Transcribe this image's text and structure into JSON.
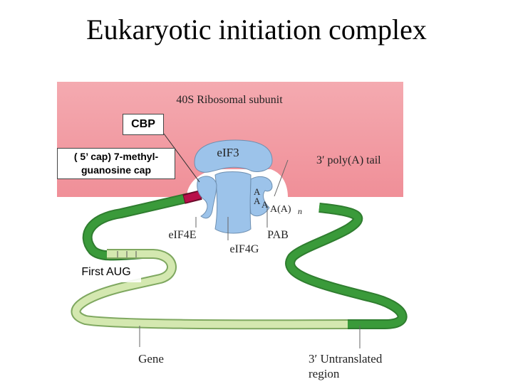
{
  "title": "Eukaryotic initiation complex",
  "labels": {
    "ribosome": "40S Ribosomal subunit",
    "eif3": "eIF3",
    "poly_a_tail": "3′ poly(A) tail",
    "eif4e": "eIF4E",
    "eif4g": "eIF4G",
    "pab": "PAB",
    "gene": "Gene",
    "utr_line1": "3′ Untranslated",
    "utr_line2": "region",
    "a1": "A",
    "a2": "A",
    "a3": "A",
    "poly_a_run": "A(A)",
    "poly_a_sub": "n"
  },
  "callouts": {
    "cbp": "CBP",
    "cap_line1": "( 5’ cap) 7-methyl-",
    "cap_line2": "guanosine cap",
    "first_aug": "First AUG"
  },
  "colors": {
    "ribosome": "#f0a0a8",
    "protein": "#9cc3ea",
    "coding_mrna": "#3a9a3a",
    "utr_mrna": "#d4e8b0",
    "cap": "#b8104a"
  }
}
